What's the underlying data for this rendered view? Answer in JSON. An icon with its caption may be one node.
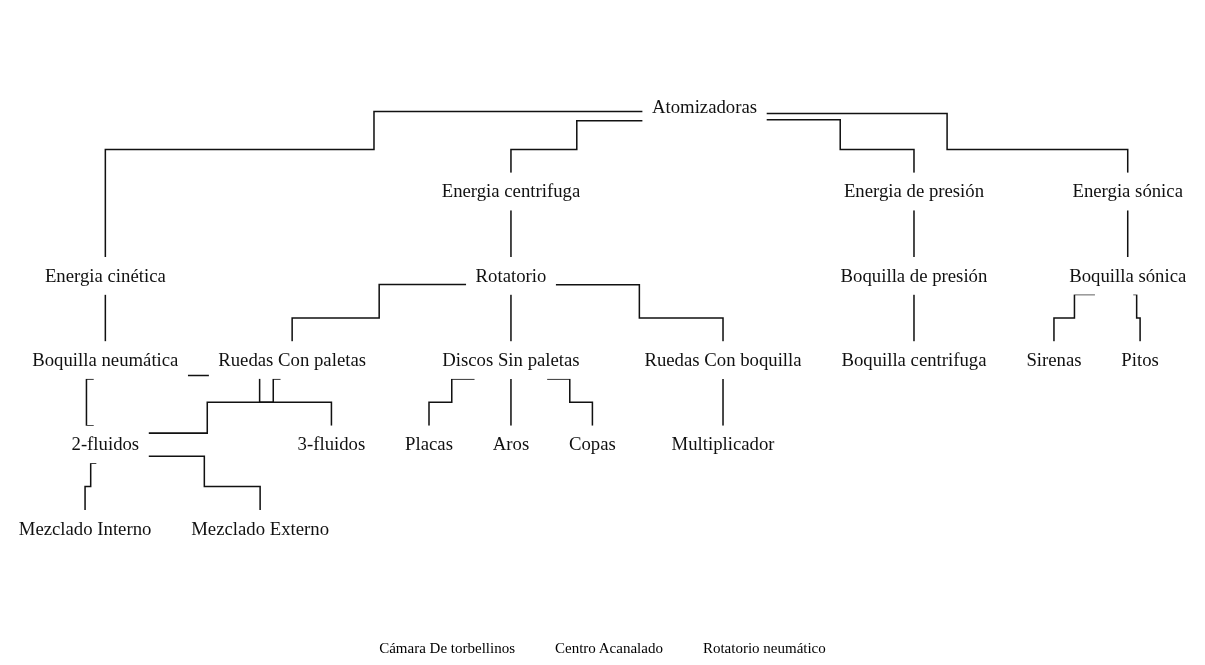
{
  "diagram": {
    "nodes": [
      {
        "text": [
          "Atomizadoras"
        ]
      },
      {
        "text": [
          "Energia centrifuga"
        ]
      },
      {
        "text": [
          "Energia de presión"
        ]
      },
      {
        "text": [
          "Energia cinética"
        ]
      },
      {
        "text": [
          "Energia sónica"
        ]
      },
      {
        "text": [
          "Rotatorio"
        ]
      },
      {
        "text": [
          "Boquilla de presión"
        ]
      },
      {
        "text": [
          "Boquilla neumática"
        ]
      },
      {
        "text": [
          "Boquilla sónica"
        ]
      },
      {
        "text": [
          "Ruedas Con boquilla"
        ]
      },
      {
        "text": [
          "Ruedas Con paletas"
        ]
      },
      {
        "text": [
          "Discos Sin paletas"
        ]
      },
      {
        "text": [
          "Boquilla centrifuga"
        ]
      },
      {
        "text": [
          "2-fluidos"
        ]
      },
      {
        "text": [
          "3-fluidos"
        ]
      },
      {
        "text": [
          "Sirenas"
        ]
      },
      {
        "text": [
          "Pitos"
        ]
      },
      {
        "text": [
          "Mezclado Interno"
        ]
      },
      {
        "text": [
          "Mezclado Externo"
        ]
      },
      {
        "text": [
          "Placas"
        ]
      },
      {
        "text": [
          "Aros"
        ]
      },
      {
        "text": [
          "Copas"
        ]
      },
      {
        "text": [
          "Multiplicador"
        ]
      }
    ],
    "edges": [
      {
        "from": 0,
        "to": 1,
        "arrow": "none"
      },
      {
        "from": 0,
        "to": 2,
        "arrow": "none"
      },
      {
        "from": 0,
        "to": 3,
        "arrow": "none"
      },
      {
        "from": 0,
        "to": 4,
        "arrow": "none"
      },
      {
        "from": 1,
        "to": 5,
        "arrow": "none"
      },
      {
        "from": 2,
        "to": 6,
        "arrow": "none"
      },
      {
        "from": 3,
        "to": 7,
        "arrow": "none"
      },
      {
        "from": 4,
        "to": 8,
        "arrow": "none"
      },
      {
        "from": 5,
        "to": 9,
        "arrow": "none"
      },
      {
        "from": 5,
        "to": 10,
        "arrow": "none"
      },
      {
        "from": 5,
        "to": 11,
        "arrow": "none"
      },
      {
        "from": 6,
        "to": 12,
        "arrow": "none"
      },
      {
        "from": 7,
        "to": 13,
        "arrow": "none"
      },
      {
        "from": 7,
        "to": 14,
        "arrow": "none"
      },
      {
        "from": 8,
        "to": 15,
        "arrow": "none"
      },
      {
        "from": 8,
        "to": 16,
        "arrow": "none"
      },
      {
        "from": 9,
        "to": 22,
        "arrow": "none"
      },
      {
        "from": 11,
        "to": 19,
        "arrow": "none"
      },
      {
        "from": 11,
        "to": 20,
        "arrow": "none"
      },
      {
        "from": 11,
        "to": 21,
        "arrow": "none"
      },
      {
        "from": 13,
        "to": 17,
        "arrow": "none"
      },
      {
        "from": 13,
        "to": 18,
        "arrow": "none"
      },
      {
        "from": 10,
        "to": 13,
        "arrow": "none"
      }
    ],
    "labels": [
      "Cámara De torbellinos",
      "Centro Acanalado",
      "Rotatorio neumático"
    ]
  }
}
